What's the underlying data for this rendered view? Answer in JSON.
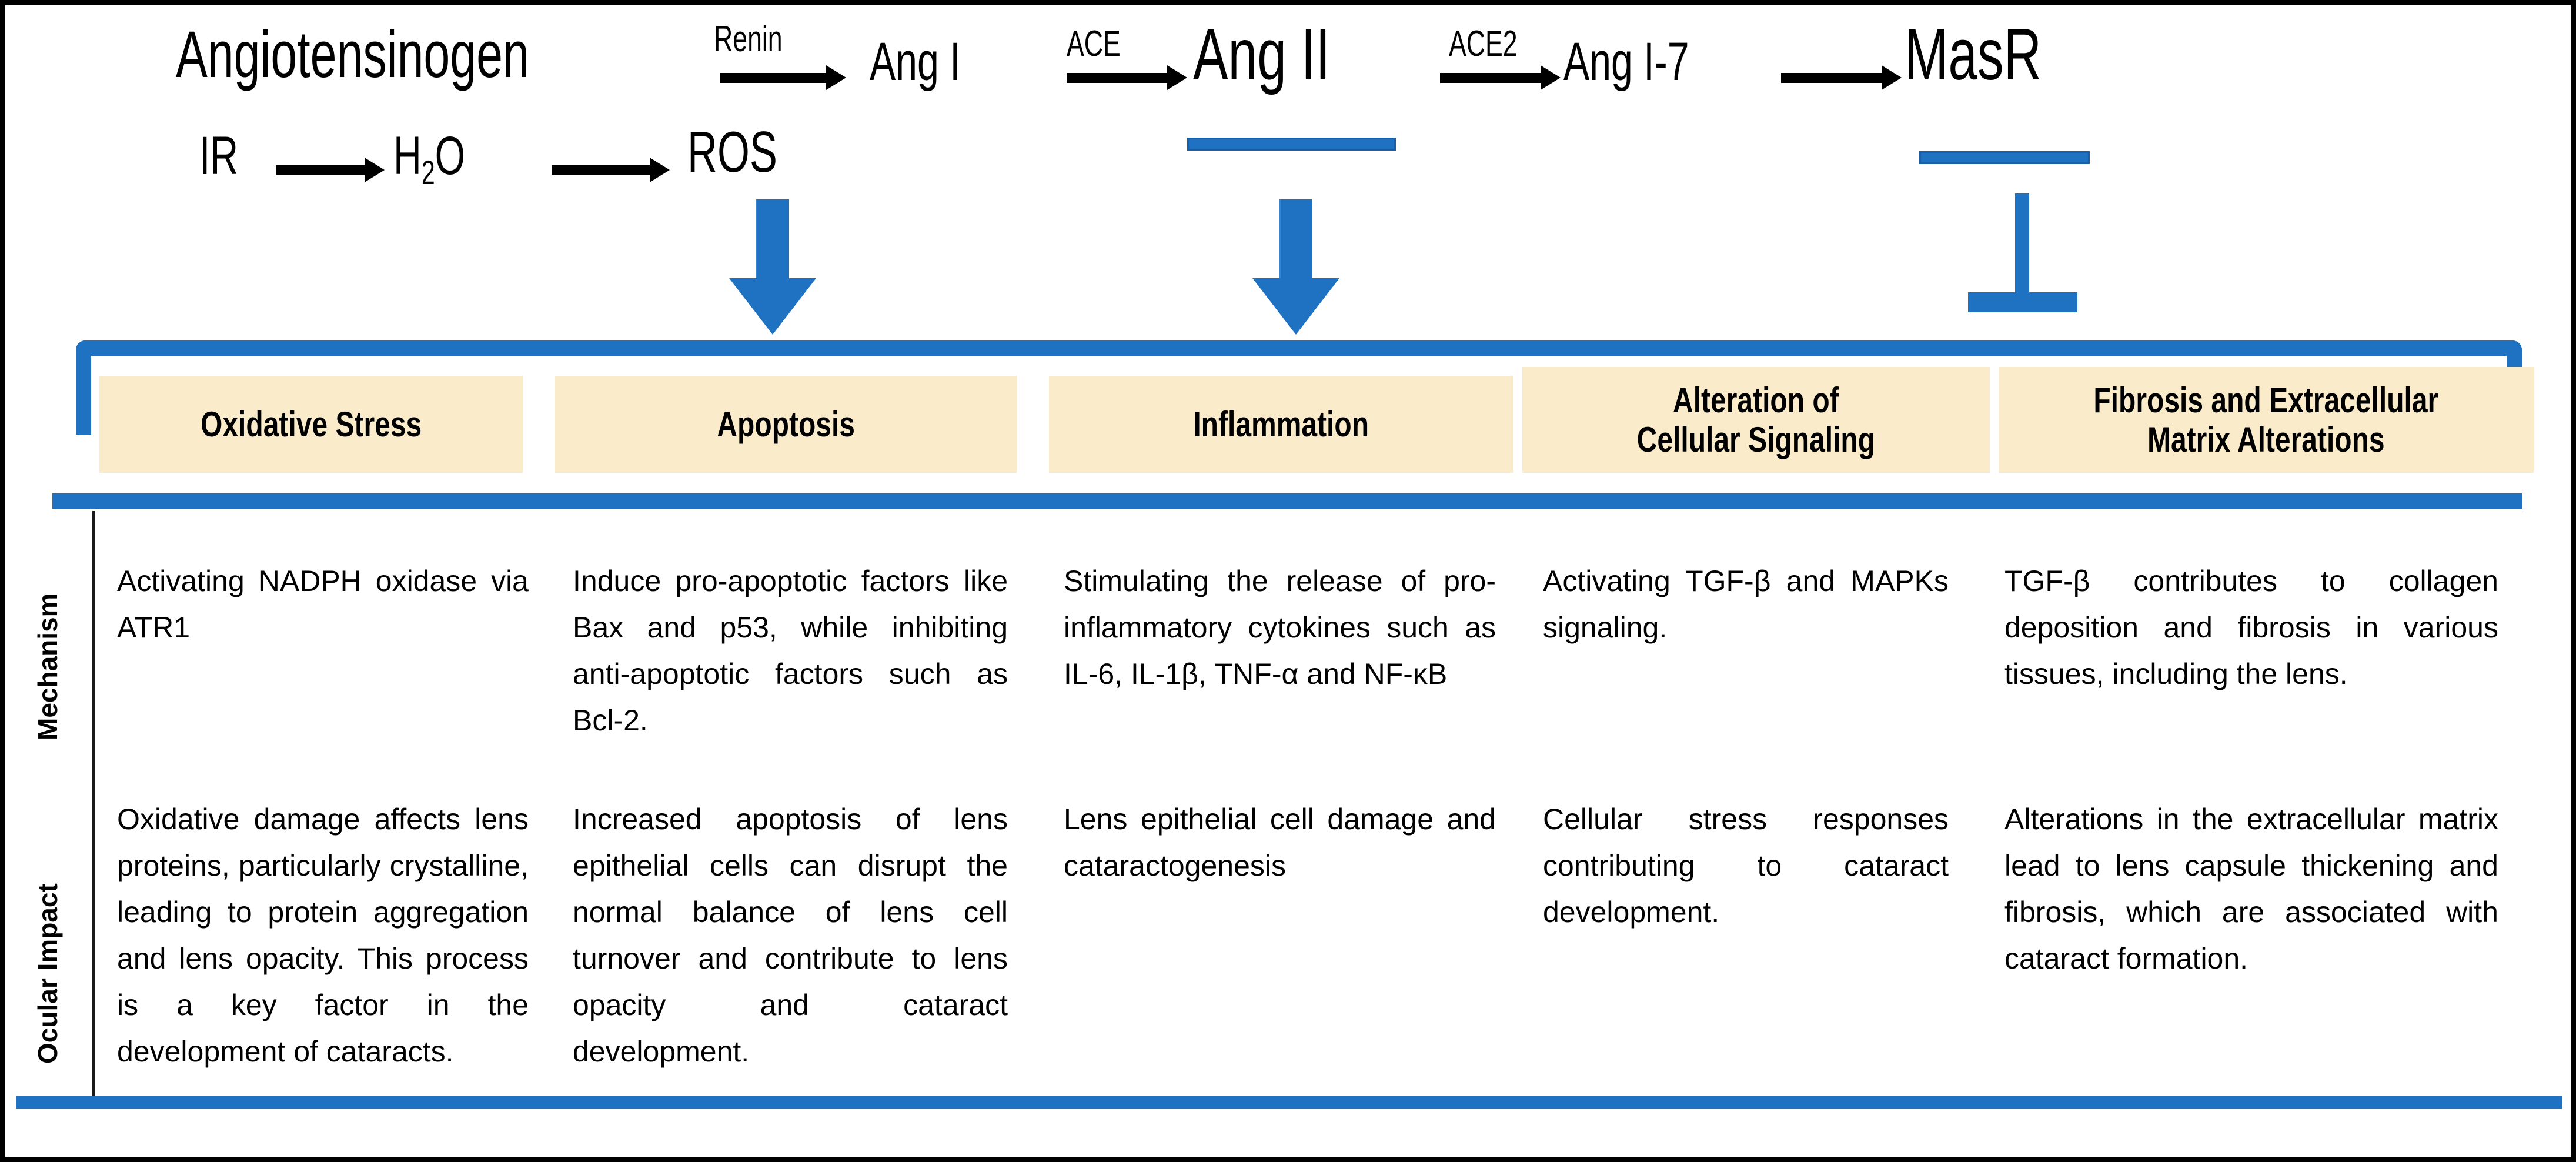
{
  "theme": {
    "accent_blue": "#1F72C2",
    "header_fill": "#FAECCB",
    "text_color": "#000000",
    "background": "#FFFFFF"
  },
  "pathway": {
    "nodes": {
      "angiotensinogen": "Angiotensinogen",
      "ang_i": "Ang I",
      "ang_ii": "Ang II",
      "ang_1_7": "Ang I-7",
      "masr": "MasR",
      "ir": "IR",
      "h2o_main": "H",
      "h2o_sub": "2",
      "h2o_tail": "O",
      "ros": "ROS"
    },
    "enzymes": {
      "renin": "Renin",
      "ace": "ACE",
      "ace2": "ACE2"
    }
  },
  "categories": [
    {
      "label_lines": [
        "Oxidative Stress"
      ]
    },
    {
      "label_lines": [
        "Apoptosis"
      ]
    },
    {
      "label_lines": [
        "Inflammation"
      ]
    },
    {
      "label_lines": [
        "Alteration of",
        "Cellular Signaling"
      ]
    },
    {
      "label_lines": [
        "Fibrosis and Extracellular",
        "Matrix Alterations"
      ]
    }
  ],
  "rows": [
    {
      "label": "Mechanism",
      "cells": [
        "Activating NADPH oxidase via ATR1",
        "Induce pro-apoptotic factors like Bax and p53, while inhibiting anti-apoptotic factors such as Bcl-2.",
        "Stimulating the release of pro-inflammatory cytokines such as IL-6, IL-1β, TNF-α and NF-κB",
        "Activating TGF-β and MAPKs signaling.",
        "TGF-β contributes to collagen deposition and fibrosis in various tissues, including the lens."
      ]
    },
    {
      "label": "Ocular Impact",
      "cells": [
        "Oxidative damage affects lens proteins, particularly crystalline, leading to protein aggregation and lens opacity. This process is a key factor in the development of cataracts.",
        "Increased apoptosis of lens epithelial cells can disrupt the normal balance of lens cell turnover and contribute to lens opacity and cataract development.",
        "Lens epithelial cell damage and cataractogenesis",
        "Cellular stress responses contributing to cataract development.",
        "Alterations in the extracellular matrix lead to lens capsule thickening and fibrosis, which are associated with cataract formation."
      ]
    }
  ]
}
